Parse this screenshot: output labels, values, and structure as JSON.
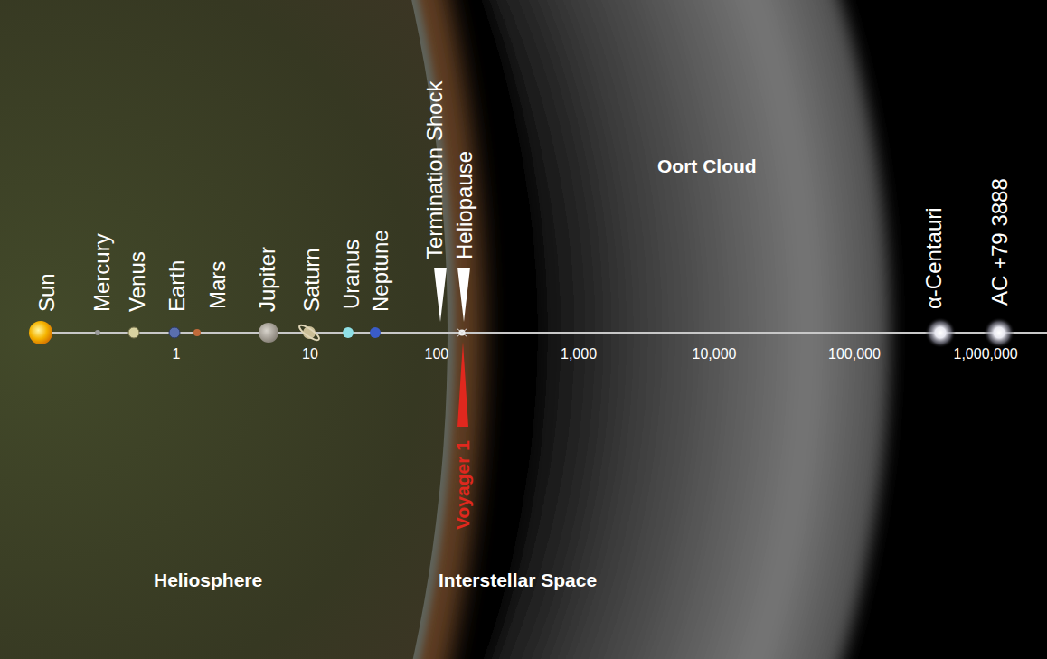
{
  "diagram": {
    "nodes": [
      {
        "text": [
          "Heliosphere"
        ]
      },
      {
        "text": [
          "Interstellar Space"
        ]
      },
      {
        "text": [
          "Oort Cloud"
        ],
        "in": 1
      }
    ],
    "labels": [
      "Sun",
      "Mercury",
      "Venus",
      "Earth",
      "Mars",
      "Jupiter",
      "Saturn",
      "Uranus",
      "Neptune",
      "Termination Shock",
      "Heliopause",
      "α-Centauri",
      "AC +79 3888",
      "1",
      "10",
      "100",
      "1,000",
      "10,000",
      "100,000",
      "1,000,000",
      "Voyager 1"
    ]
  }
}
